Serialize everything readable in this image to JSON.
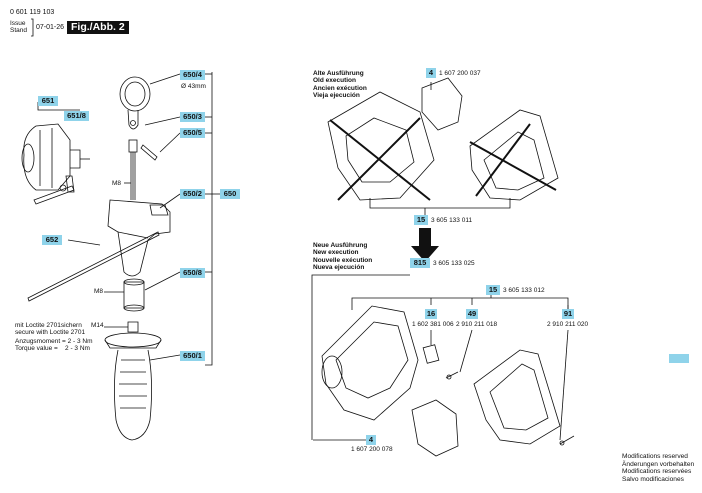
{
  "header": {
    "doc_number": "0 601 119 103",
    "issue_label": "Issue\nStand",
    "issue_date": "07-01-26",
    "figure_label": "Fig./Abb. 2"
  },
  "left_callouts": {
    "c650_4": "650/4",
    "c650_3": "650/3",
    "c650_5": "650/5",
    "c650_2": "650/2",
    "c650": "650",
    "c651": "651",
    "c651_8": "651/8",
    "c652": "652",
    "c650_8": "650/8",
    "c650_1": "650/1"
  },
  "left_texts": {
    "diameter": "Ø 43mm",
    "m8_upper": "M8",
    "m8_lower": "M8",
    "m14": "M14",
    "loctite_note": "mit Loctite 2701sichern\nsecure with Loctite 2701",
    "torque_note": "Anzugsmoment = 2 - 3 Nm\nTorque value =    2 - 3 Nm"
  },
  "old_execution": {
    "label": "Alte Ausführung\nOld execution\nAncien exécution\nVieja ejecución",
    "part4_num": "4",
    "part4_code": "1 607 200 037",
    "part15_num": "15",
    "part15_code": "3 605 133 011"
  },
  "new_execution": {
    "label": "Neue Ausführung\nNew execution\nNouvelle exécution\nNueva ejecución",
    "part815_num": "815",
    "part815_code": "3 605 133 025",
    "part15_num": "15",
    "part15_code": "3 605 133 012",
    "part16_num": "16",
    "part16_code": "1 602 381 006",
    "part49_num": "49",
    "part49_code": "2 910 211 018",
    "part91_num": "91",
    "part91_code": "2 910 211 020",
    "part4_num": "4",
    "part4_code": "1 607 200 078"
  },
  "footer": {
    "modifications": "Modifications reserved\nÄnderungen vorbehalten\nModifications reservées\nSalvo modificaciones"
  },
  "colors": {
    "callout": "#8fd3ea",
    "line": "#111111"
  }
}
